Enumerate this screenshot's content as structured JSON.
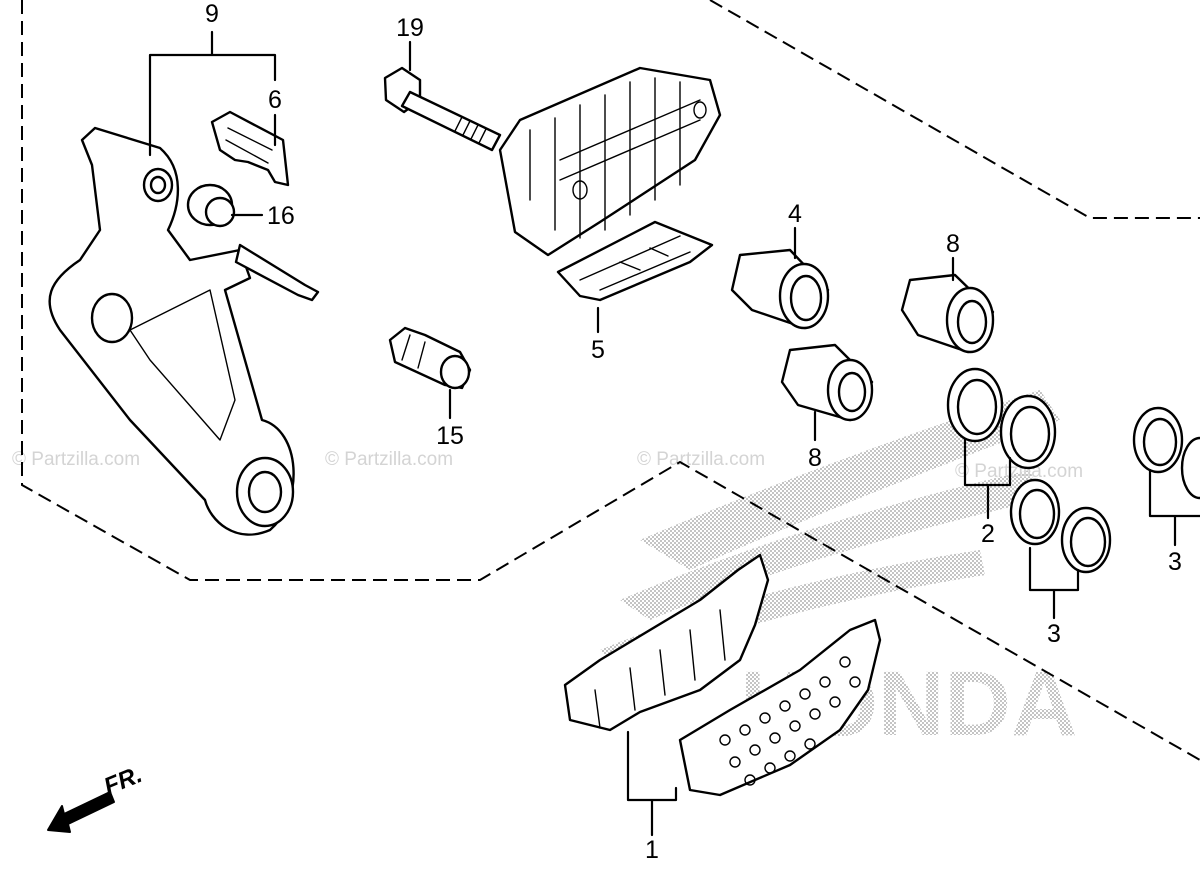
{
  "callouts": [
    {
      "id": "9",
      "text": "9"
    },
    {
      "id": "6",
      "text": "6"
    },
    {
      "id": "16",
      "text": "16"
    },
    {
      "id": "19",
      "text": "19"
    },
    {
      "id": "4",
      "text": "4"
    },
    {
      "id": "8a",
      "text": "8"
    },
    {
      "id": "5",
      "text": "5"
    },
    {
      "id": "8b",
      "text": "8"
    },
    {
      "id": "15",
      "text": "15"
    },
    {
      "id": "2",
      "text": "2"
    },
    {
      "id": "3a",
      "text": "3"
    },
    {
      "id": "3b",
      "text": "3"
    },
    {
      "id": "1",
      "text": "1"
    }
  ],
  "watermark": "© Partzilla.com",
  "direction_label": "FR.",
  "brand_background": "HONDA",
  "colors": {
    "line": "#000000",
    "background": "#ffffff",
    "watermark": "#d4d4d4",
    "dot_pattern": "#9a9a9a"
  }
}
